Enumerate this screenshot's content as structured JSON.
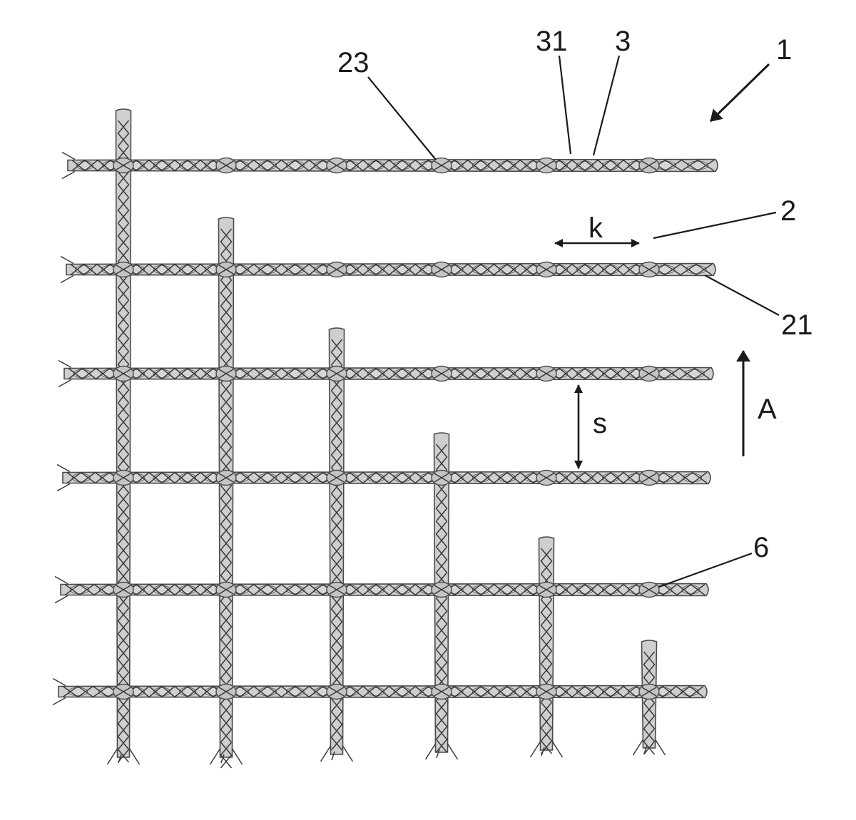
{
  "figure": {
    "labels": {
      "ref_1": "1",
      "ref_2": "2",
      "ref_3": "3",
      "ref_6": "6",
      "ref_21": "21",
      "ref_23": "23",
      "ref_31": "31",
      "dim_k": "k",
      "dim_s": "s",
      "dir_A": "A"
    },
    "grid": {
      "weft_yarn_count": 6,
      "warp_yarn_count": 6
    },
    "colors": {
      "yarn_fill": "#cfcfcf",
      "yarn_stroke": "#4a4a4a",
      "line": "#1a1a1a",
      "background": "#ffffff"
    }
  }
}
